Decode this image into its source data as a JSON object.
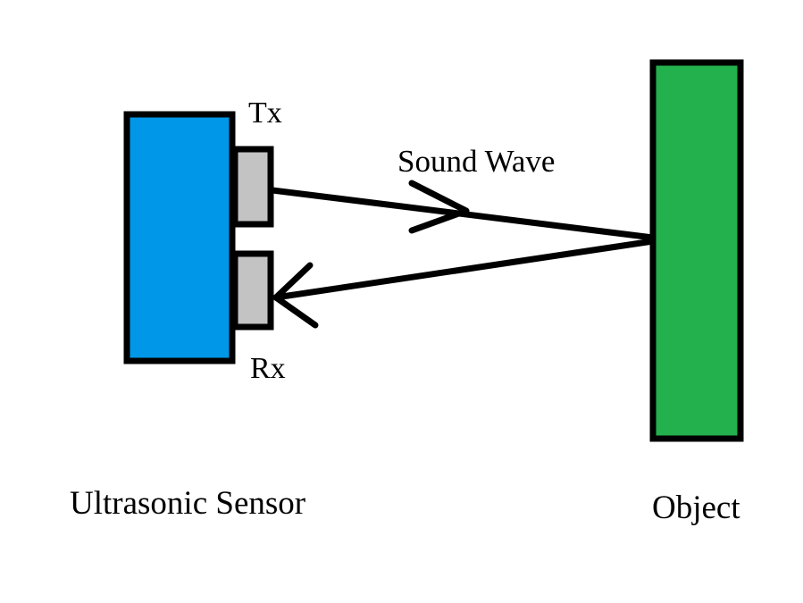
{
  "colors": {
    "sensor_body": "#0097e8",
    "transducer": "#c3c3c3",
    "object": "#22b14c",
    "outline": "#000000",
    "background": "#ffffff"
  },
  "labels": {
    "tx": "Tx",
    "rx": "Rx",
    "sound_wave": "Sound Wave",
    "sensor": "Ultrasonic Sensor",
    "object": "Object"
  }
}
